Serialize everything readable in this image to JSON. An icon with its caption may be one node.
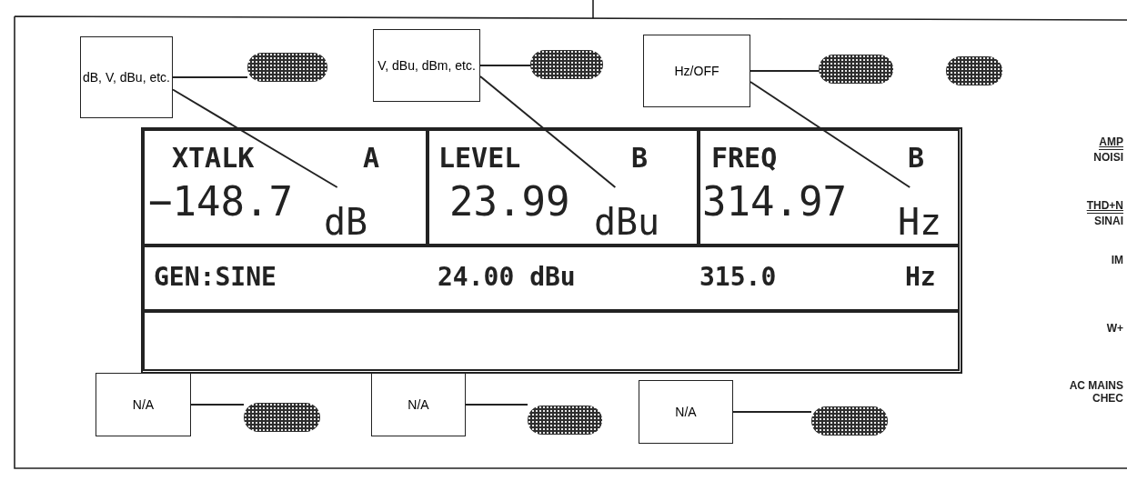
{
  "diagram": {
    "nodes": [
      {
        "text": [
          "dB, V, dBu, etc."
        ]
      },
      {
        "text": [],
        "shape": "button"
      },
      {
        "text": [
          "V, dBu, dBm, etc."
        ]
      },
      {
        "text": [],
        "shape": "button"
      },
      {
        "text": [
          "Hz/OFF"
        ]
      },
      {
        "text": [],
        "shape": "button"
      },
      {
        "text": [],
        "shape": "button"
      },
      {
        "text": [],
        "shape": "box"
      },
      {
        "text": [
          "XTALK",
          "A",
          "−148.7"
        ],
        "in": 7
      },
      {
        "text": [
          "dB"
        ],
        "in": 8
      },
      {
        "text": [
          "LEVEL",
          "B",
          "23.99"
        ],
        "in": 7
      },
      {
        "text": [
          "dBu"
        ],
        "in": 10
      },
      {
        "text": [
          "FREQ",
          "B",
          "314.97"
        ],
        "in": 7
      },
      {
        "text": [
          "Hz"
        ],
        "in": 12
      },
      {
        "text": [
          "GEN:SINE",
          "24.00 dBu",
          "315.0",
          "Hz"
        ],
        "in": 7
      },
      {
        "text": [],
        "shape": "box",
        "in": 7
      },
      {
        "text": [
          "N/A"
        ]
      },
      {
        "text": [],
        "shape": "button"
      },
      {
        "text": [
          "N/A"
        ]
      },
      {
        "text": [],
        "shape": "button"
      },
      {
        "text": [
          "N/A"
        ]
      },
      {
        "text": [],
        "shape": "button"
      }
    ],
    "edges": [
      {
        "from": 0,
        "to": 1,
        "arrow": "none"
      },
      {
        "from": 0,
        "to": 9,
        "arrow": "none"
      },
      {
        "from": 2,
        "to": 3,
        "arrow": "none"
      },
      {
        "from": 2,
        "to": 11,
        "arrow": "none"
      },
      {
        "from": 4,
        "to": 5,
        "arrow": "none"
      },
      {
        "from": 4,
        "to": 13,
        "arrow": "none"
      },
      {
        "from": 16,
        "to": 17,
        "arrow": "none"
      },
      {
        "from": 18,
        "to": 19,
        "arrow": "none"
      },
      {
        "from": 20,
        "to": 21,
        "arrow": "none"
      }
    ],
    "labels": [
      "AMP",
      "NOISI",
      "THD+N",
      "SINAI",
      "IM",
      "W+",
      "AC MAINS CHEC"
    ]
  }
}
